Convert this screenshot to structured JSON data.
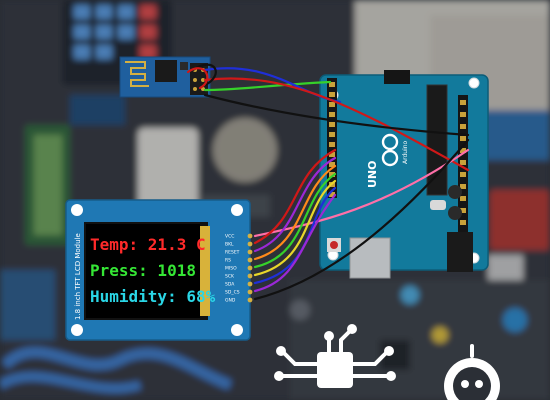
{
  "lcd": {
    "module_label": "1.8 inch TFT LCD Module",
    "lines": [
      {
        "text": "Temp: 21.3 C",
        "color": "#ff2a2a"
      },
      {
        "text": "Press: 1018",
        "color": "#35e635"
      },
      {
        "text": "Humidity: 68%",
        "color": "#2ad6e6"
      }
    ],
    "pins": [
      "VCC",
      "BKL",
      "RESET",
      "RS",
      "MISO",
      "SCK",
      "SDA",
      "SD_CS",
      "GND"
    ]
  },
  "arduino": {
    "brand": "UNO",
    "maker": "Arduino"
  },
  "wire_colors": {
    "black": "#111111",
    "red": "#d01818",
    "green": "#36d12a",
    "blue": "#1f2fd8",
    "purple": "#9b28d6",
    "orange": "#ff8a1a",
    "yellow": "#e8d62a",
    "pink": "#ff6fa8"
  },
  "icons": [
    "circuit-chip-icon",
    "power-plug-icon"
  ]
}
